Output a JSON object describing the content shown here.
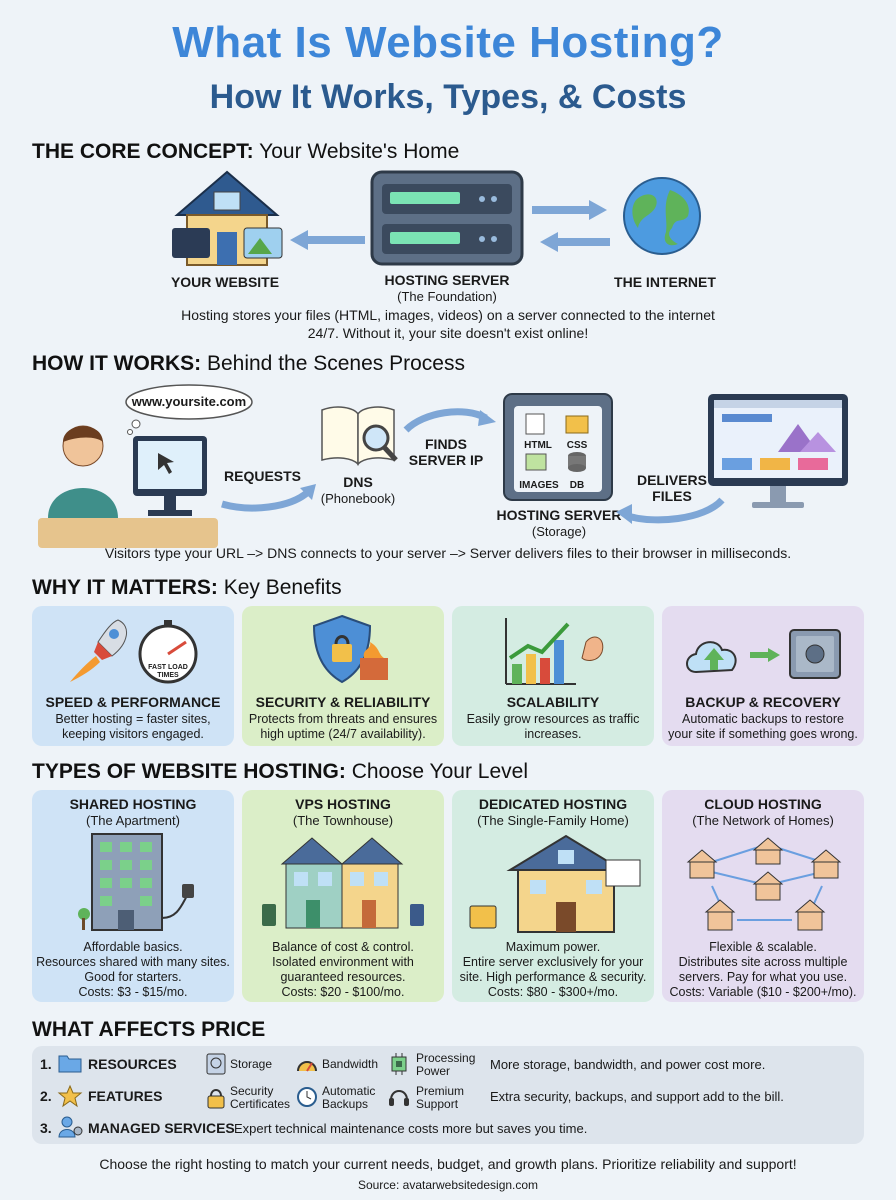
{
  "header": {
    "title": "What Is Website Hosting?",
    "subtitle": "How It Works, Types, & Costs"
  },
  "core": {
    "heading_bold": "THE CORE CONCEPT:",
    "heading_rest": " Your Website's Home",
    "website": "YOUR WEBSITE",
    "server": "HOSTING SERVER",
    "server_sub": "(The Foundation)",
    "internet": "THE INTERNET",
    "desc1": "Hosting stores your files (HTML, images, videos) on a server connected to the internet",
    "desc2": "24/7. Without it, your site doesn't exist online!"
  },
  "how": {
    "heading_bold": "HOW IT WORKS:",
    "heading_rest": " Behind the Scenes Process",
    "url": "www.yoursite.com",
    "requests": "REQUESTS",
    "dns": "DNS",
    "dns_sub": "(Phonebook)",
    "finds1": "FINDS",
    "finds2": "SERVER IP",
    "html": "HTML",
    "css": "CSS",
    "images": "IMAGES",
    "db": "DB",
    "server": "HOSTING SERVER",
    "server_sub": "(Storage)",
    "delivers1": "DELIVERS",
    "delivers2": "FILES",
    "desc": "Visitors type your URL –> DNS connects to your server –> Server delivers files to their browser in milliseconds."
  },
  "why": {
    "heading_bold": "WHY IT MATTERS:",
    "heading_rest": " Key Benefits",
    "gauge_text1": "FAST LOAD",
    "gauge_text2": "TIMES",
    "cards": [
      {
        "title": "SPEED & PERFORMANCE",
        "text1": "Better hosting = faster sites,",
        "text2": "keeping visitors engaged."
      },
      {
        "title": "SECURITY & RELIABILITY",
        "text1": "Protects from threats and ensures",
        "text2": "high uptime (24/7 availability)."
      },
      {
        "title": "SCALABILITY",
        "text1": "Easily grow resources as traffic",
        "text2": "increases."
      },
      {
        "title": "BACKUP & RECOVERY",
        "text1": "Automatic backups to restore",
        "text2": "your site if something goes wrong."
      }
    ]
  },
  "types": {
    "heading_bold": "TYPES OF WEBSITE HOSTING:",
    "heading_rest": " Choose Your Level",
    "cards": [
      {
        "title": "SHARED HOSTING",
        "sub": "(The Apartment)",
        "l1": "Affordable basics.",
        "l2": "Resources shared with many sites.",
        "l3": "Good for starters.",
        "l4": "Costs: $3 - $15/mo."
      },
      {
        "title": "VPS HOSTING",
        "sub": "(The Townhouse)",
        "l1": "Balance of cost & control.",
        "l2": "Isolated environment with",
        "l3": "guaranteed resources.",
        "l4": "Costs: $20 - $100/mo."
      },
      {
        "title": "DEDICATED HOSTING",
        "sub": "(The Single-Family Home)",
        "l1": "Maximum power.",
        "l2": "Entire server exclusively for your",
        "l3": "site. High performance & security.",
        "l4": "Costs: $80 - $300+/mo."
      },
      {
        "title": "CLOUD HOSTING",
        "sub": "(The Network of Homes)",
        "l1": "Flexible & scalable.",
        "l2": "Distributes site across multiple",
        "l3": "servers. Pay for what you use.",
        "l4": "Costs: Variable ($10 - $200+/mo)."
      }
    ]
  },
  "price": {
    "heading": "WHAT AFFECTS PRICE",
    "r1_num": "1.",
    "r1_label": "RESOURCES",
    "storage": "Storage",
    "bandwidth": "Bandwidth",
    "proc1": "Processing",
    "proc2": "Power",
    "r1_desc": "More storage, bandwidth, and power cost more.",
    "r2_num": "2.",
    "r2_label": "FEATURES",
    "sec1": "Security",
    "sec2": "Certificates",
    "auto1": "Automatic",
    "auto2": "Backups",
    "prem1": "Premium",
    "prem2": "Support",
    "r2_desc": "Extra security, backups, and support add to the bill.",
    "r3_num": "3.",
    "r3_label": "MANAGED SERVICES",
    "r3_desc": "Expert technical maintenance costs more but saves you time."
  },
  "footer": {
    "text": "Choose the right hosting to match your current needs, budget, and growth plans. Prioritize reliability and support!",
    "source": "Source: avatarwebsitedesign.com"
  }
}
